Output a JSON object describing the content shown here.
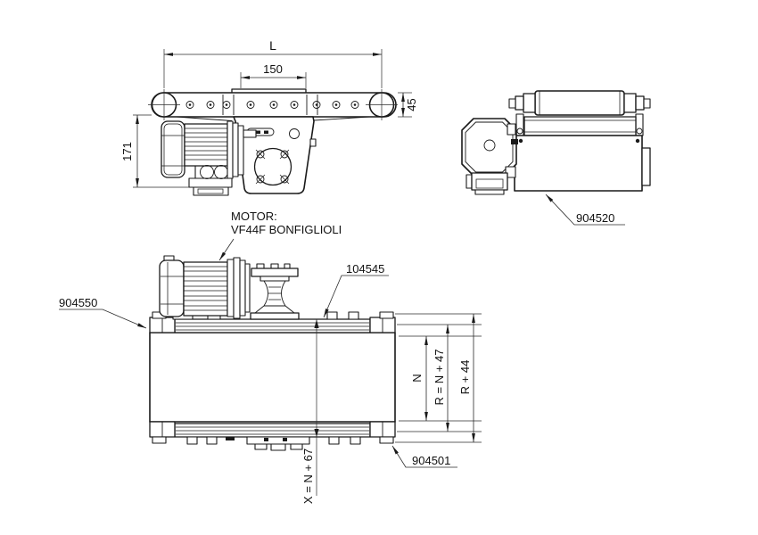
{
  "labels": {
    "side_view": {
      "dim_overall_length": "L",
      "dim_plate_width": "150",
      "dim_belt_height": "45",
      "dim_drive_height": "171"
    },
    "end_view": {
      "part_number": "904520"
    },
    "plan_view": {
      "motor_note_line1": "MOTOR:",
      "motor_note_line2": "VF44F BONFIGLIOLI",
      "part_frame": "904550",
      "part_crossbar": "104545",
      "part_corner": "904501",
      "dim_inner_width": "N",
      "dim_rail_width": "R = N + 47",
      "dim_overall_width": "R + 44",
      "dim_length": "X = N + 67"
    }
  },
  "colors": {
    "background": "#ffffff",
    "line": "#1a1a1a",
    "text": "#111111"
  }
}
